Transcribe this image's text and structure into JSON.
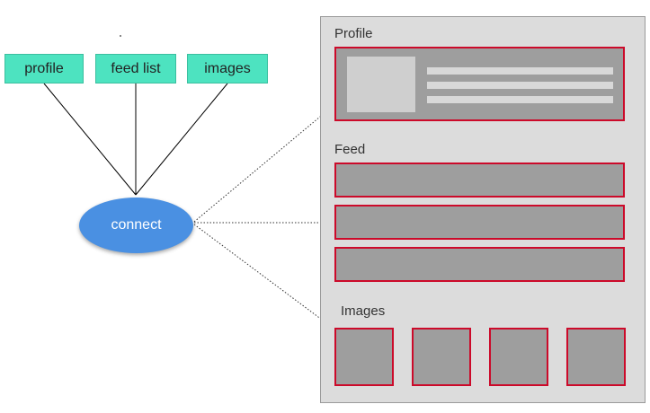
{
  "sources": [
    {
      "label": "profile"
    },
    {
      "label": "feed list"
    },
    {
      "label": "images"
    }
  ],
  "connect": {
    "label": "connect"
  },
  "screen": {
    "sections": {
      "profile": "Profile",
      "feed": "Feed",
      "images": "Images"
    },
    "feed_rows": 3,
    "image_tiles": 4
  },
  "colors": {
    "source_fill": "#4de3c0",
    "connect_fill": "#4a90e2",
    "screen_bg": "#dcdcdc",
    "block_fill": "#9e9e9e",
    "block_border": "#cc0a2a"
  }
}
